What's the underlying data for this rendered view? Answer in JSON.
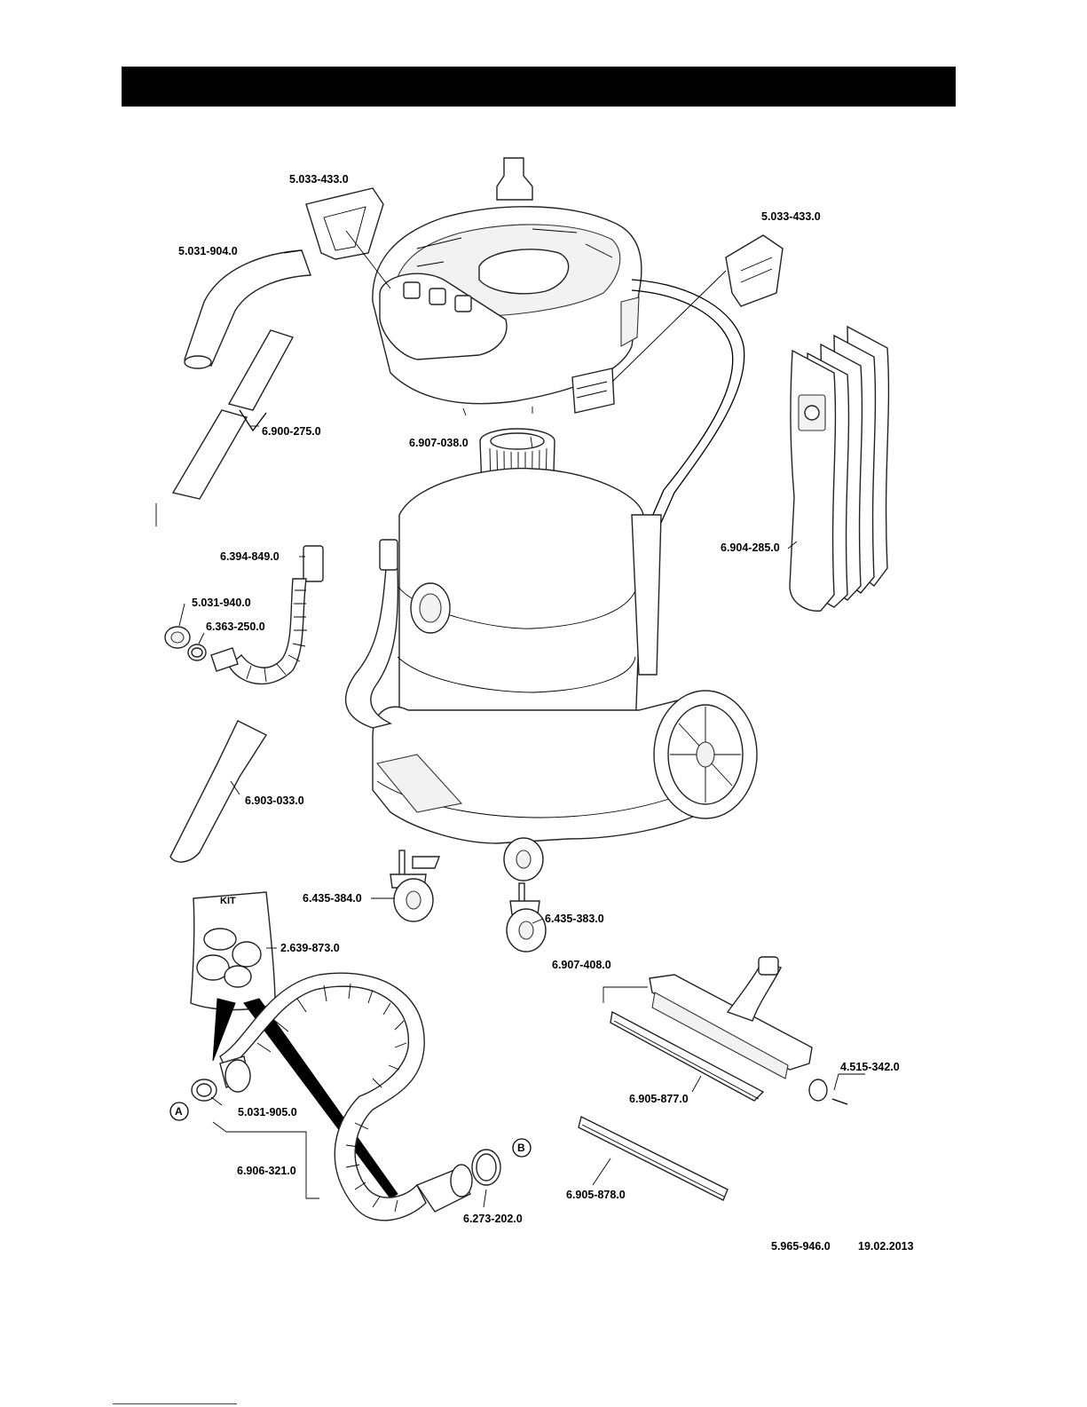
{
  "labels": {
    "p_5033433_top": "5.033-433.0",
    "p_5033433_right": "5.033-433.0",
    "p_5031904": "5.031-904.0",
    "p_6900275": "6.900-275.0",
    "p_6907038": "6.907-038.0",
    "p_6904285": "6.904-285.0",
    "p_6394849": "6.394-849.0",
    "p_5031940": "5.031-940.0",
    "p_6363250": "6.363-250.0",
    "p_6903033": "6.903-033.0",
    "p_6435384": "6.435-384.0",
    "p_6435383": "6.435-383.0",
    "p_2639873": "2.639-873.0",
    "p_6907408": "6.907-408.0",
    "p_4515342": "4.515-342.0",
    "p_6905877": "6.905-877.0",
    "p_5031905": "5.031-905.0",
    "p_6906321": "6.906-321.0",
    "p_6273202": "6.273-202.0",
    "p_6905878": "6.905-878.0"
  },
  "kit_label": "KIT",
  "callout_a": "A",
  "callout_b": "B",
  "footer": {
    "doc_number": "5.965-946.0",
    "date": "19.02.2013"
  }
}
